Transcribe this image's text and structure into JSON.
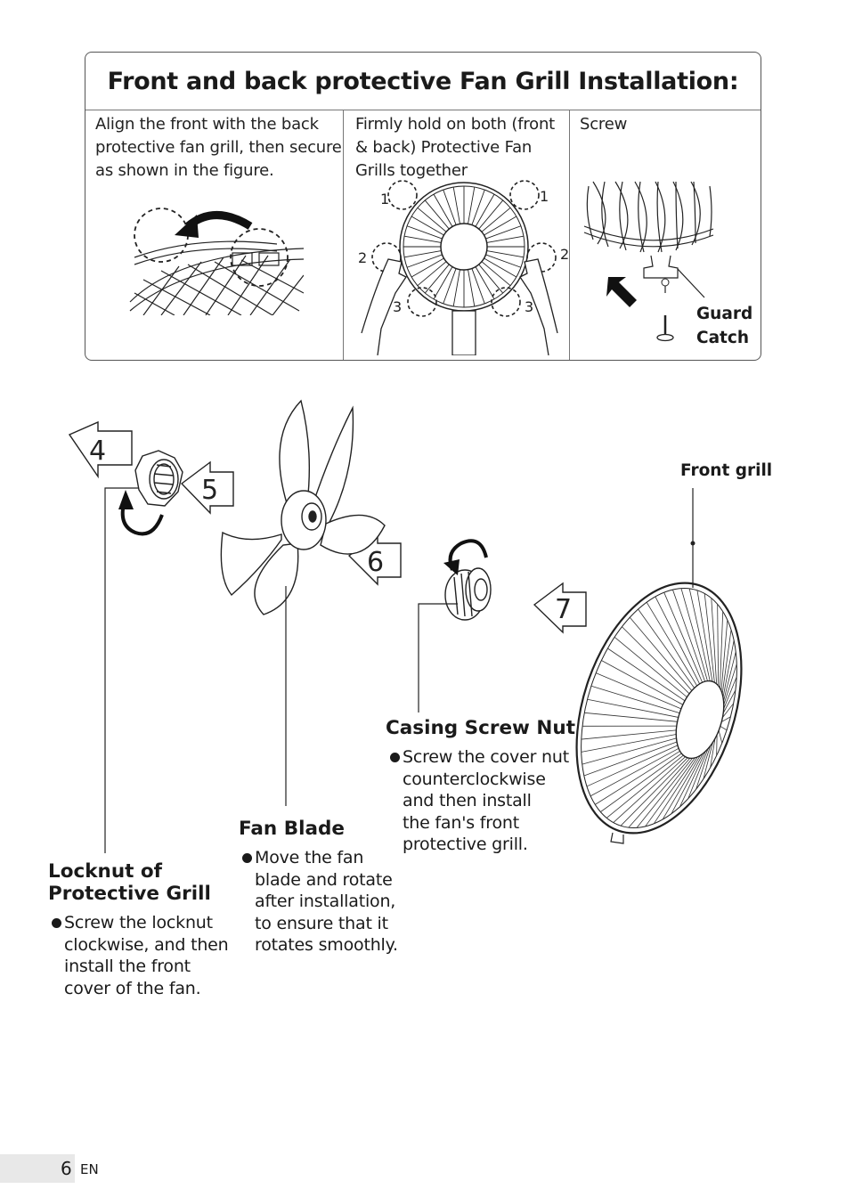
{
  "box": {
    "title": "Front and back protective Fan Grill Installation:",
    "col1": [
      "Align the front with the back",
      "protective fan grill, then secure",
      "as shown in the figure."
    ],
    "col2": [
      "Firmly hold on both (front",
      "& back) Protective Fan",
      "Grills together"
    ],
    "col3": [
      "Screw"
    ],
    "grill_markers": [
      "1",
      "1",
      "2",
      "2",
      "3",
      "3"
    ],
    "guard_catch": [
      "Guard",
      "Catch"
    ]
  },
  "steps": [
    "4",
    "5",
    "6",
    "7"
  ],
  "front_grill_label": "Front grill",
  "locknut": {
    "title": [
      "Locknut of",
      "Protective Grill"
    ],
    "text": [
      "Screw the locknut",
      "clockwise, and then",
      "install the front",
      "cover of the fan."
    ]
  },
  "fan_blade": {
    "title": "Fan Blade",
    "text": [
      "Move the fan",
      "blade and rotate",
      "after installation,",
      "to ensure that it",
      "rotates smoothly."
    ]
  },
  "casing_nut": {
    "title": "Casing Screw Nut",
    "text": [
      "Screw the cover nut",
      "counterclockwise",
      "and then install",
      "the fan's front",
      "protective grill."
    ]
  },
  "footer": {
    "page": "6",
    "lang": "EN"
  }
}
